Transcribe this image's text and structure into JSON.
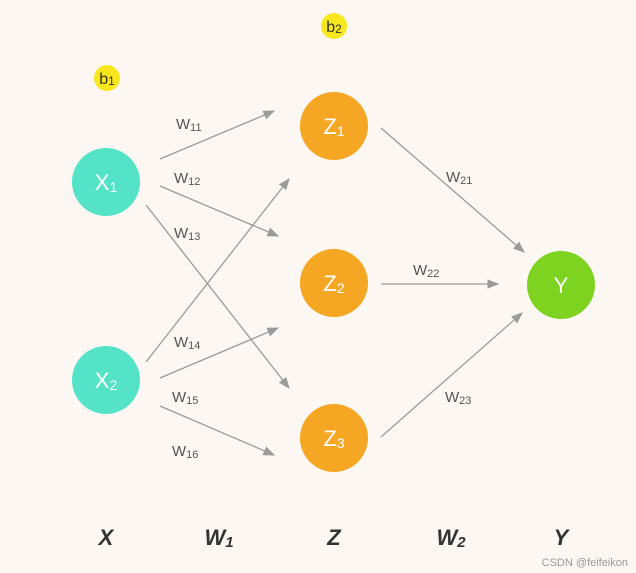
{
  "colors": {
    "background": "#fcf7f3",
    "input_node": "#55e3c7",
    "hidden_node": "#f5a623",
    "output_node": "#7ed321",
    "bias": "#f8e71c",
    "edge": "#9b9b9b"
  },
  "biases": [
    {
      "base": "b",
      "sub": "1"
    },
    {
      "base": "b",
      "sub": "2"
    }
  ],
  "nodes": {
    "x1": {
      "base": "X",
      "sub": "1"
    },
    "x2": {
      "base": "X",
      "sub": "2"
    },
    "z1": {
      "base": "Z",
      "sub": "1"
    },
    "z2": {
      "base": "Z",
      "sub": "2"
    },
    "z3": {
      "base": "Z",
      "sub": "3"
    },
    "y": {
      "base": "Y",
      "sub": ""
    }
  },
  "weights": [
    {
      "base": "W",
      "sub": "11"
    },
    {
      "base": "W",
      "sub": "12"
    },
    {
      "base": "W",
      "sub": "13"
    },
    {
      "base": "W",
      "sub": "14"
    },
    {
      "base": "W",
      "sub": "15"
    },
    {
      "base": "W",
      "sub": "16"
    },
    {
      "base": "W",
      "sub": "21"
    },
    {
      "base": "W",
      "sub": "22"
    },
    {
      "base": "W",
      "sub": "23"
    }
  ],
  "layer_labels": [
    {
      "base": "X",
      "sub": ""
    },
    {
      "base": "W",
      "sub": "1"
    },
    {
      "base": "Z",
      "sub": ""
    },
    {
      "base": "W",
      "sub": "2"
    },
    {
      "base": "Y",
      "sub": ""
    }
  ],
  "watermark": "CSDN @feifeikon"
}
